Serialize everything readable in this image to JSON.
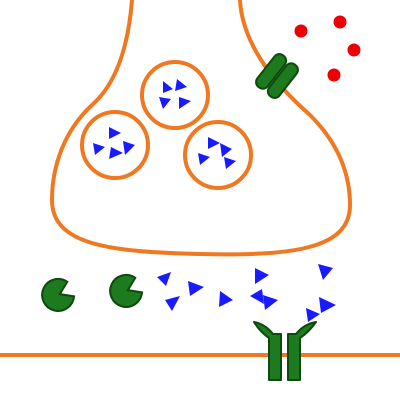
{
  "colors": {
    "membrane": "#f07820",
    "neurotransmitter": "#1a1aff",
    "ion": "#ee0000",
    "enzyme": "#1e7a1e",
    "enzyme_outline": "#0e4a0e",
    "background": "#ffffff"
  },
  "icons": {
    "presynaptic_terminal": "presynaptic-terminal",
    "vesicle": "synaptic-vesicle-icon",
    "neurotransmitter": "neurotransmitter-triangle-icon",
    "ion": "calcium-ion-dot-icon",
    "channel": "ion-channel-icon",
    "enzyme": "reuptake-enzyme-icon",
    "receptor": "postsynaptic-receptor-icon"
  },
  "counts": {
    "vesicles": 3,
    "neurotransmitters_per_vesicle": 4,
    "ions": 4,
    "enzymes": 2,
    "free_neurotransmitters": 11,
    "receptors": 1
  }
}
